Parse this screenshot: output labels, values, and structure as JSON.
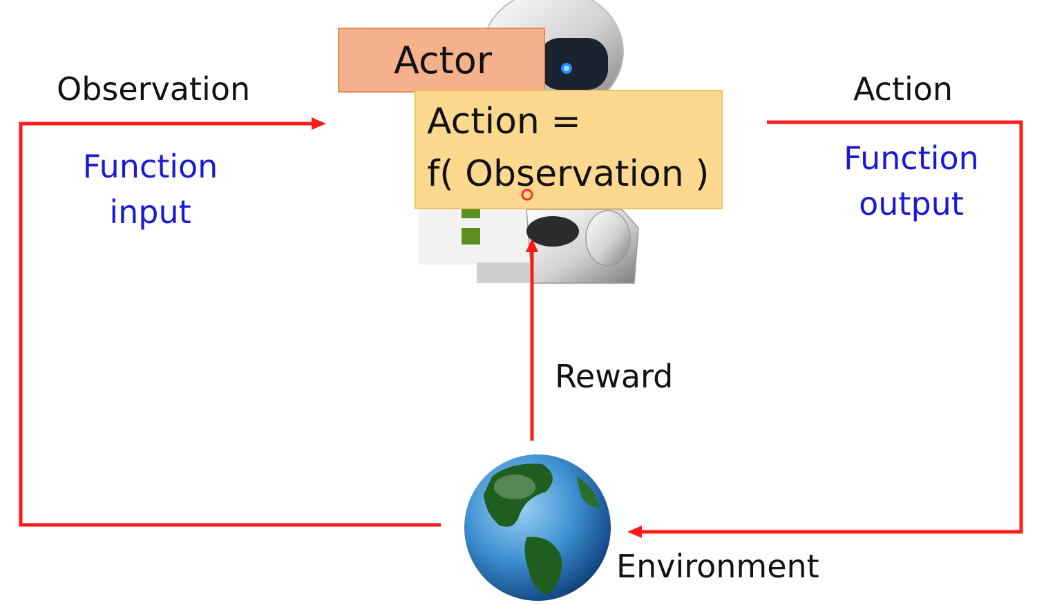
{
  "labels": {
    "observation": "Observation",
    "observation_note_line1": "Function",
    "observation_note_line2": "input",
    "action": "Action",
    "action_note_line1": "Function",
    "action_note_line2": "output",
    "reward": "Reward",
    "environment": "Environment"
  },
  "actor_box": {
    "title": "Actor",
    "formula_line1": "Action =",
    "formula_line2": "f( Observation )"
  },
  "colors": {
    "arrow": "#ff1a1a",
    "note_text": "#1a1ad6",
    "actor_fill": "#f5b08c",
    "formula_fill": "#fcd98f"
  },
  "icons": {
    "agent": "robot-icon",
    "environment": "earth-globe-icon",
    "cursor": "cursor-dot-icon"
  }
}
